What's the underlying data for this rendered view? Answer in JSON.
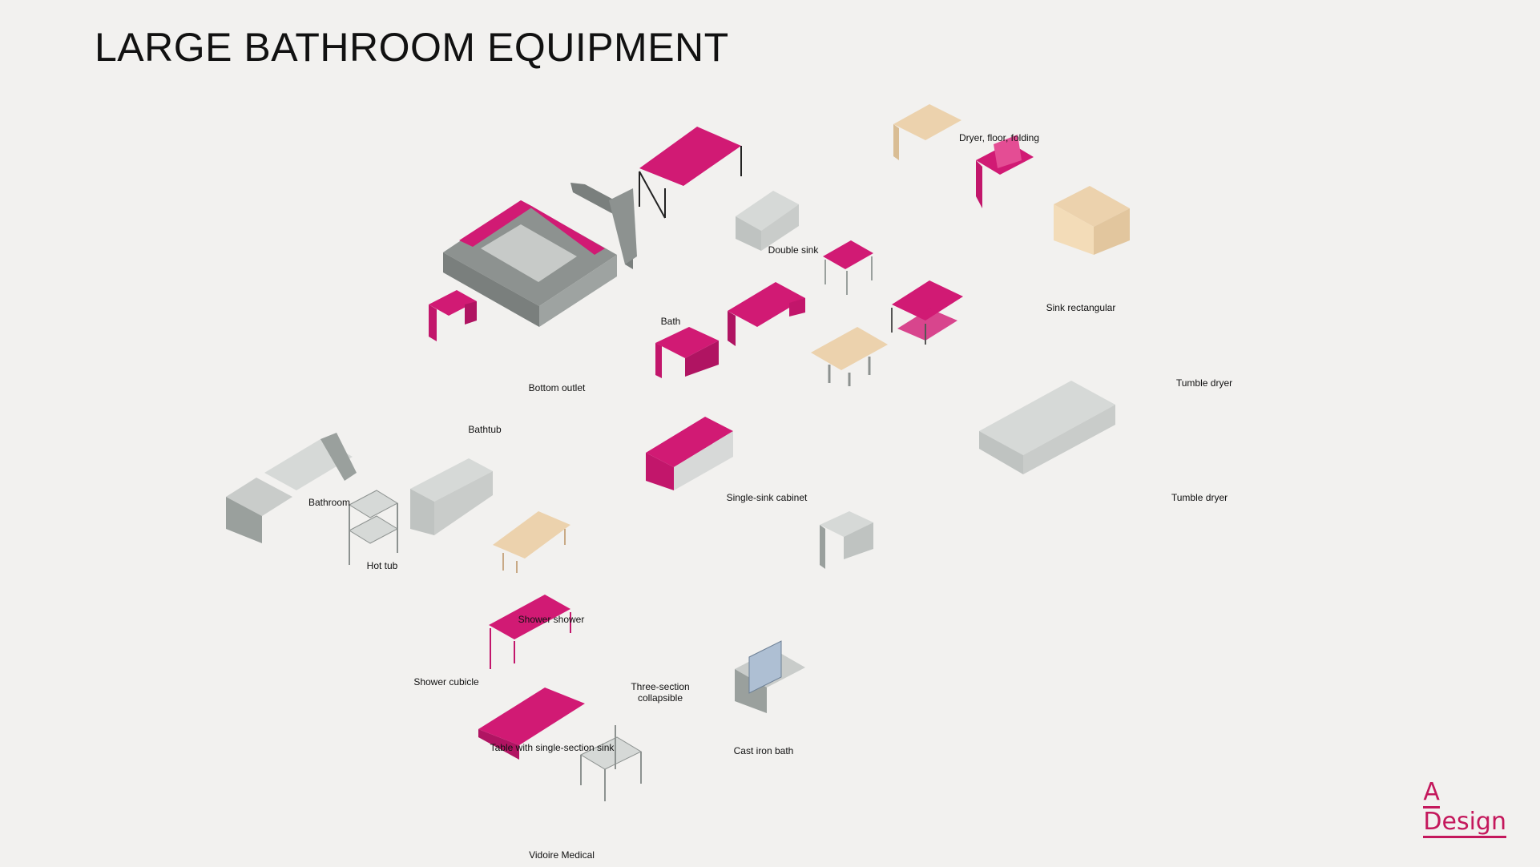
{
  "page_title": "LARGE BATHROOM EQUIPMENT",
  "labels": {
    "dryer_floor_folding": "Dryer, floor, folding",
    "double_sink": "Double sink",
    "sink_rectangular": "Sink rectangular",
    "bath": "Bath",
    "bottom_outlet": "Bottom outlet",
    "tumble_dryer_1": "Tumble dryer",
    "bathtub": "Bathtub",
    "single_sink_cabinet": "Single-sink cabinet",
    "tumble_dryer_2": "Tumble dryer",
    "bathroom": "Bathroom",
    "hot_tub": "Hot tub",
    "shower_shower": "Shower shower",
    "shower_cubicle": "Shower cubicle",
    "three_section_collapsible": "Three-section collapsible",
    "table_single_section_sink": "Table with single-section sink",
    "cast_iron_bath": "Cast iron bath",
    "vidoire_medical": "Vidoire Medical"
  },
  "logo": {
    "line1": "A",
    "line2": "Design"
  },
  "colors": {
    "magenta": "#d11a74",
    "grey": "#9aa09d",
    "light_grey": "#d6d9d7",
    "wood": "#ecd2ad",
    "brand": "#c4185c",
    "background": "#f2f1ef"
  }
}
